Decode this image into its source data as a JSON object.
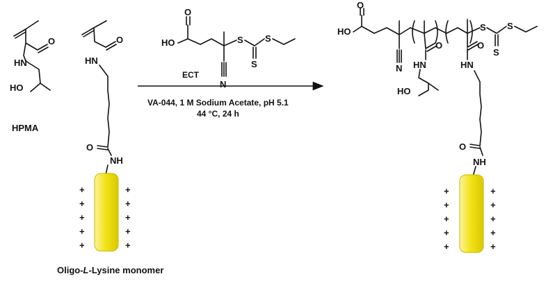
{
  "reagent": {
    "name": "ECT",
    "conditions_line1": "VA-044, 1 M Sodium Acetate, pH 5.1",
    "conditions_line2": "44 °C, 24 h"
  },
  "labels": {
    "hpma": "HPMA",
    "lysine_prefix": "Oligo-",
    "lysine_italic": "L",
    "lysine_suffix": "-Lysine monomer"
  },
  "atoms": {
    "O": "O",
    "HN": "HN",
    "NH": "NH",
    "HO": "HO",
    "S": "S",
    "N": "N"
  },
  "charge_symbol": "+",
  "colors": {
    "peptide_fill": "#f2e31a",
    "peptide_edge": "#c9b800",
    "ink": "#111111"
  }
}
